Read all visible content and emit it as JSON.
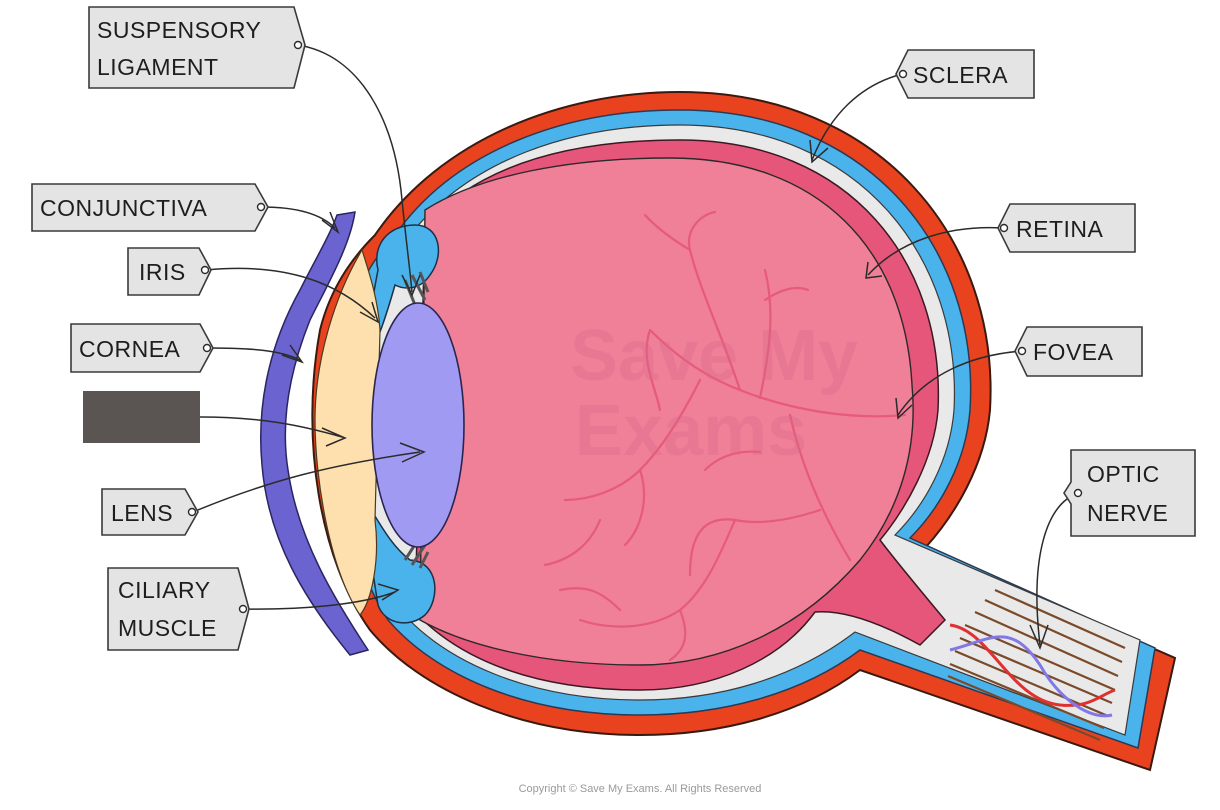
{
  "labels": {
    "suspensory_ligament": [
      "SUSPENSORY",
      "LIGAMENT"
    ],
    "conjunctiva": "CONJUNCTIVA",
    "iris": "IRIS",
    "cornea": "CORNEA",
    "lens": "LENS",
    "ciliary_muscle": [
      "CILIARY",
      "MUSCLE"
    ],
    "sclera": "SCLERA",
    "retina": "RETINA",
    "fovea": "FOVEA",
    "optic_nerve": [
      "OPTIC",
      "NERVE"
    ]
  },
  "watermark": [
    "Save My",
    "Exams"
  ],
  "copyright": "Copyright © Save My Exams. All Rights Reserved",
  "colors": {
    "sclera": "#e8421f",
    "choroid_blue": "#4ab3ec",
    "retina_dark": "#e6557a",
    "vitreous": "#f07f98",
    "lens": "#a19af2",
    "aqueous": "#fde0ae",
    "conjunctiva": "#6b63cf",
    "redacted_box": "#5a5452",
    "label_fill": "#e4e4e4"
  }
}
